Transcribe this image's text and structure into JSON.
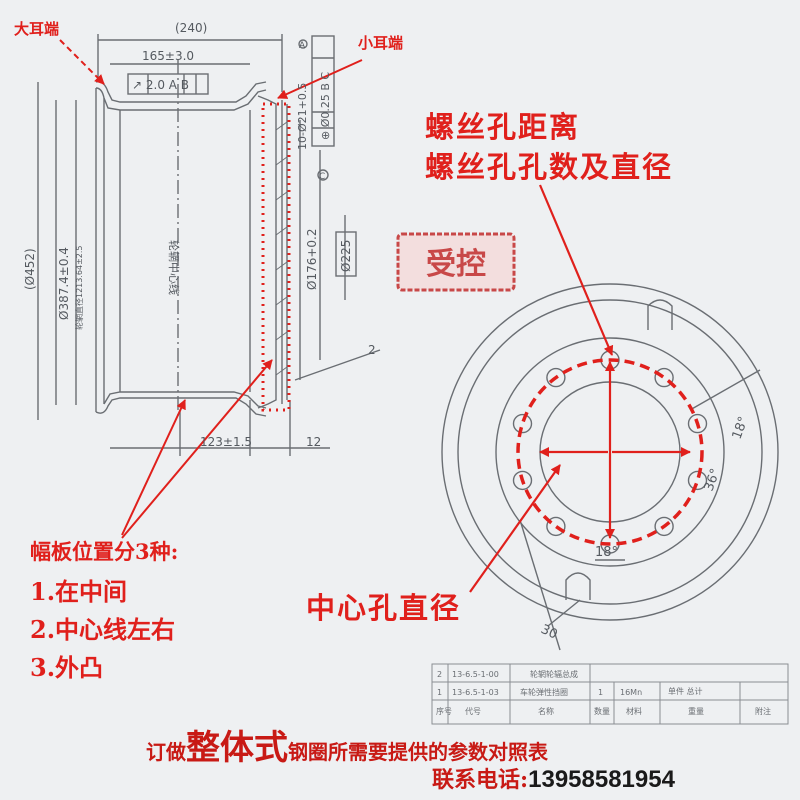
{
  "labels": {
    "big_ear": "大耳端",
    "small_ear": "小耳端",
    "bolt_spacing": "螺丝孔距离",
    "bolt_count_dia": "螺丝孔孔数及直径",
    "center_hole": "中心孔直径",
    "stamp": "受控"
  },
  "disc_position": {
    "title": "幅板位置分3种:",
    "items": [
      "1.在中间",
      "2.中心线左右",
      "3.外凸"
    ]
  },
  "footer": {
    "prefix": "订做",
    "emph": "整体式",
    "suffix": "钢圈所需要提供的参数对照表",
    "phone_label": "联系电话:",
    "phone": "13958581954"
  },
  "drawing_text": {
    "dim_240": "(240)",
    "dim_165": "165±3.0",
    "tol_box": "↗ 2.0 A B",
    "dim_452": "(Ø452)",
    "dim_387": "Ø387.4±0.4",
    "dim_387_sub": "轮辋直径1213.64±2.5",
    "centerline": "轮辋中心线",
    "dim_10": "10-Ø21+0.5",
    "dim_176": "Ø176+0.2",
    "dim_225": "Ø225",
    "gd_t": "⊕ Ø0.25 B C",
    "dim_123": "123±1.5",
    "dim_12": "12",
    "leader_2": "2",
    "angle_18a": "18°",
    "angle_36": "36°",
    "angle_18b": "18°",
    "dim_30": "30",
    "label_a": "A",
    "label_c": "C"
  },
  "title_block": {
    "row1": [
      "2",
      "13-6.5-1-00",
      "轮辋轮辐总成"
    ],
    "row2": [
      "1",
      "13-6.5-1-03",
      "车轮弹性挡圈",
      "1",
      "16Mn"
    ],
    "headers": [
      "序号",
      "代号",
      "名称",
      "数量",
      "材料",
      "单件 总计",
      "重量",
      "附注"
    ]
  },
  "colors": {
    "accent": "#e0201c",
    "line": "#6a6e73",
    "paper": "#eef0f2"
  }
}
